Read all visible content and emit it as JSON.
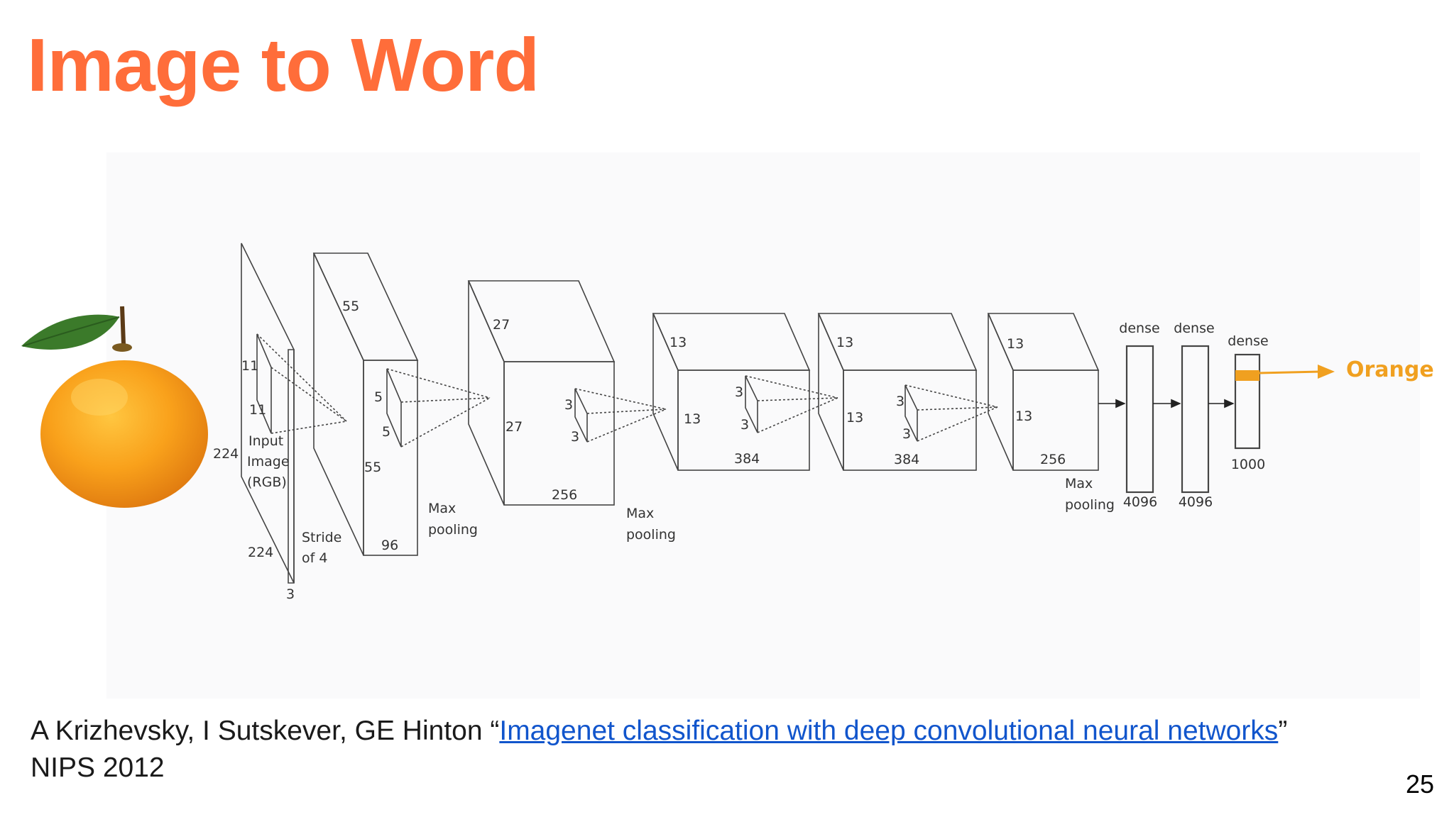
{
  "slide": {
    "title": "Image to Word",
    "page_number": "25",
    "colors": {
      "title": "#ff6d3a",
      "output_arrow": "#f0a020",
      "link": "#1155cc",
      "diagram_lines": "#444444"
    }
  },
  "image": {
    "subject": "orange-fruit",
    "icon": "orange-fruit-illustration"
  },
  "diagram": {
    "input": {
      "label_lines": [
        "Input",
        "Image",
        "(RGB)"
      ],
      "height": "224",
      "width": "224",
      "depth": "3",
      "kernel_h": "11",
      "kernel_w": "11",
      "stride_lines": [
        "Stride",
        "of 4"
      ]
    },
    "conv1": {
      "top": "55",
      "side": "55",
      "depth": "96",
      "kernel_a": "5",
      "kernel_b": "5",
      "pool_lines": [
        "Max",
        "pooling"
      ]
    },
    "conv2": {
      "top": "27",
      "side": "27",
      "depth": "256",
      "kernel_a": "3",
      "kernel_b": "3",
      "pool_lines": [
        "Max",
        "pooling"
      ]
    },
    "conv3": {
      "top": "13",
      "side": "13",
      "depth": "384",
      "kernel_a": "3",
      "kernel_b": "3"
    },
    "conv4": {
      "top": "13",
      "side": "13",
      "depth": "384",
      "kernel_a": "3",
      "kernel_b": "3"
    },
    "conv5": {
      "top": "13",
      "side": "13",
      "depth": "256",
      "pool_lines": [
        "Max",
        "pooling"
      ]
    },
    "dense": [
      {
        "label": "dense",
        "size": "4096"
      },
      {
        "label": "dense",
        "size": "4096"
      },
      {
        "label": "dense",
        "size": "1000"
      }
    ],
    "output_label": "Orange"
  },
  "citation": {
    "authors": "A Krizhevsky, I Sutskever, GE Hinton “",
    "link_text": "Imagenet classification with deep convolutional neural networks",
    "after_link": "”",
    "venue": "NIPS 2012"
  }
}
